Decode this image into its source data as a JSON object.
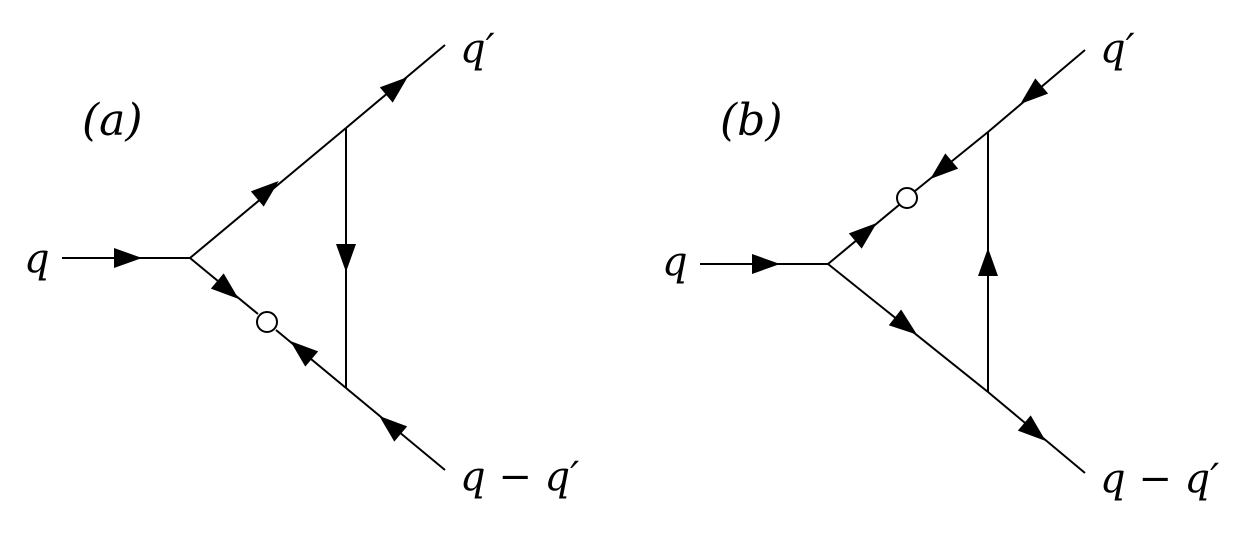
{
  "diagrams": [
    {
      "panel_label": "(a)",
      "incoming_label": "q",
      "upper_outgoing_label": "q′",
      "lower_outgoing_label": "q − q′",
      "marked_vertex_leg": "lower",
      "vertical_arrow_direction": "down"
    },
    {
      "panel_label": "(b)",
      "incoming_label": "q",
      "upper_outgoing_label": "q′",
      "lower_outgoing_label": "q − q′",
      "marked_vertex_leg": "upper",
      "vertical_arrow_direction": "up"
    }
  ],
  "colors": {
    "line": "#000000",
    "background": "#ffffff"
  }
}
